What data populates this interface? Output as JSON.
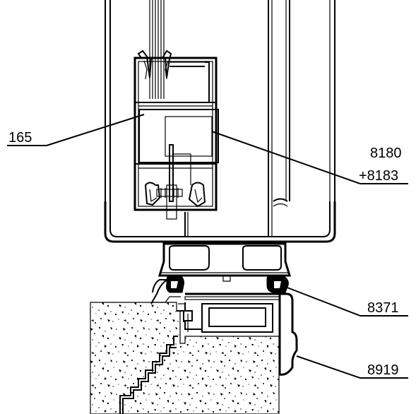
{
  "drawing": {
    "title": "",
    "colors": {
      "line": "#000000",
      "background": "#ffffff",
      "hatch": "#000000"
    },
    "labels": [
      {
        "id": "165",
        "text": "165"
      },
      {
        "id": "8180",
        "text": "8180"
      },
      {
        "id": "8183",
        "text": "+8183"
      },
      {
        "id": "8371",
        "text": "8371"
      },
      {
        "id": "8919",
        "text": "8919"
      }
    ]
  }
}
